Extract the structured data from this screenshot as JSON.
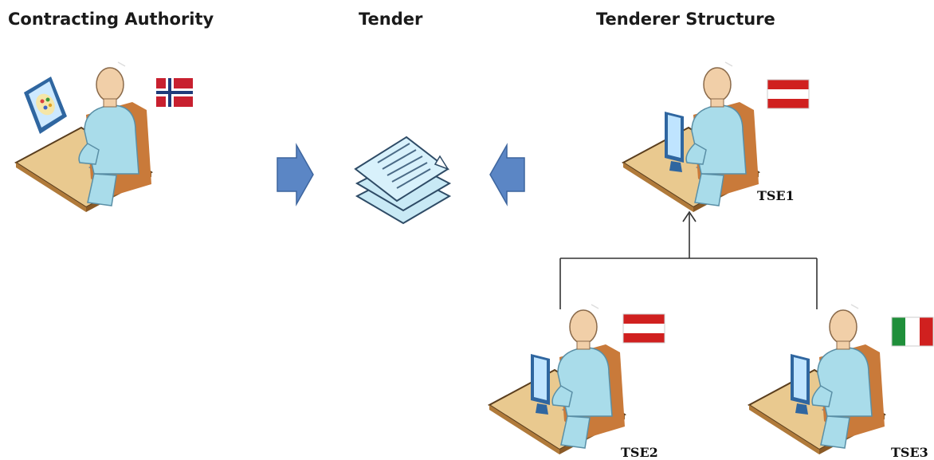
{
  "headings": {
    "contracting_authority": "Contracting Authority",
    "tender": "Tender",
    "tenderer_structure": "Tenderer Structure"
  },
  "entities": {
    "contracting_authority": {
      "icon": "user-at-computer-icon",
      "flag": "norway-flag"
    },
    "tender": {
      "icon": "document-stack-icon"
    },
    "tse1": {
      "label": "TSE1",
      "icon": "user-at-computer-icon",
      "flag": "austria-flag"
    },
    "tse2": {
      "label": "TSE2",
      "icon": "user-at-computer-icon",
      "flag": "austria-flag"
    },
    "tse3": {
      "label": "TSE3",
      "icon": "user-at-computer-icon",
      "flag": "italy-flag"
    }
  },
  "colors": {
    "arrow_blue": "#5b86c5",
    "desk": "#e9c98f",
    "person": "#a9dcea",
    "head": "#f1cfa8",
    "document": "#c8e9f5",
    "connector": "#333333"
  }
}
